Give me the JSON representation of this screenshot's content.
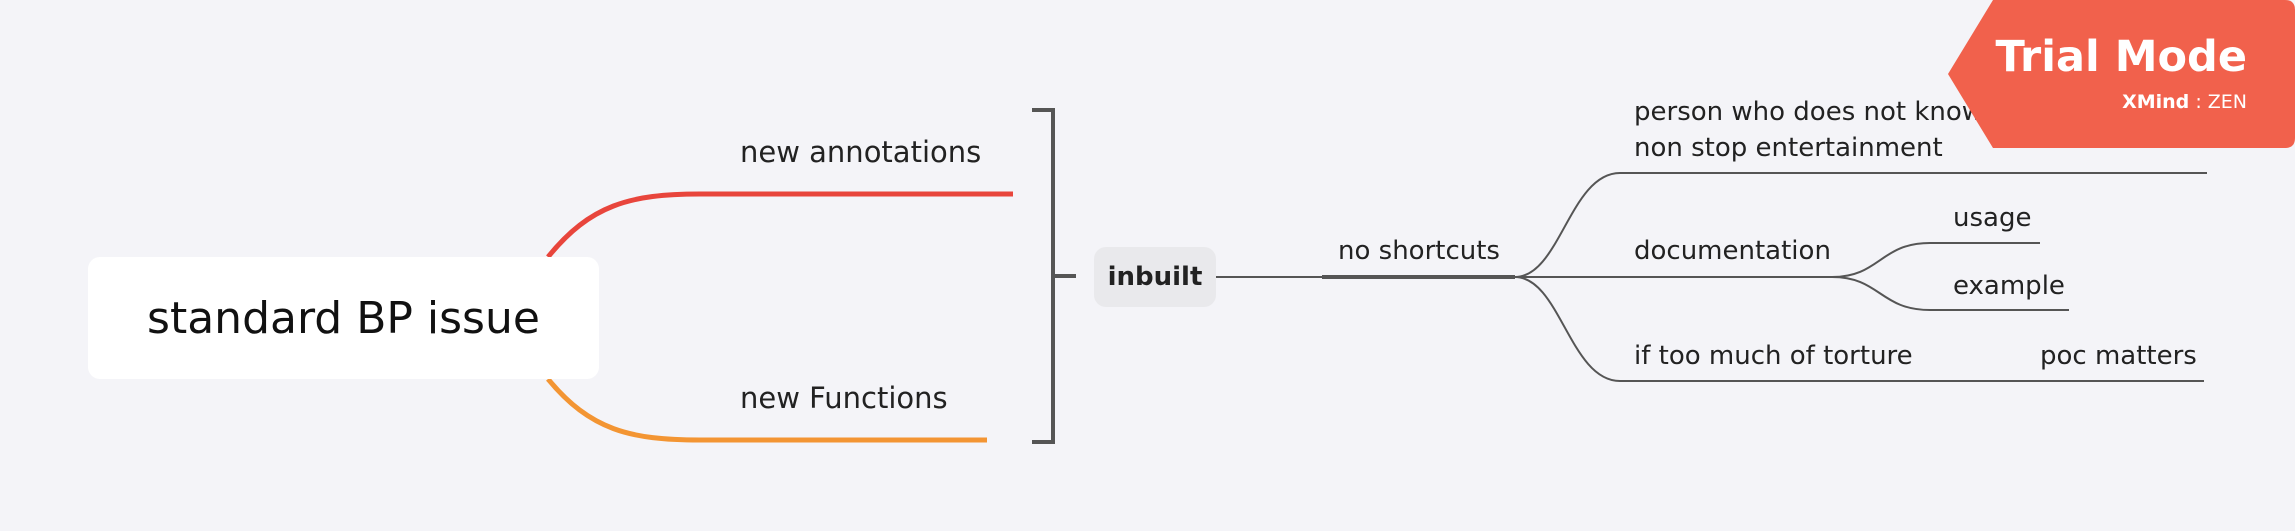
{
  "root": {
    "label": "standard BP issue"
  },
  "branches": {
    "annotations": "new annotations",
    "functions": "new Functions"
  },
  "summary": {
    "label": "inbuilt"
  },
  "topic": {
    "label": "no shortcuts"
  },
  "subtopics": {
    "person": "person who does not know architecture will",
    "entertainment": "non stop entertainment",
    "documentation": "documentation",
    "usage": "usage",
    "example": "example",
    "torture": "if too much of torture",
    "poc": "poc matters"
  },
  "watermark": {
    "title": "Trial Mode",
    "brand": "XMind",
    "separator": " : ",
    "edition": "ZEN"
  },
  "colors": {
    "background": "#f4f4f8",
    "branch_annotations": "#e8453c",
    "branch_functions": "#f39533",
    "connector": "#555555",
    "watermark": "#f1614c"
  }
}
